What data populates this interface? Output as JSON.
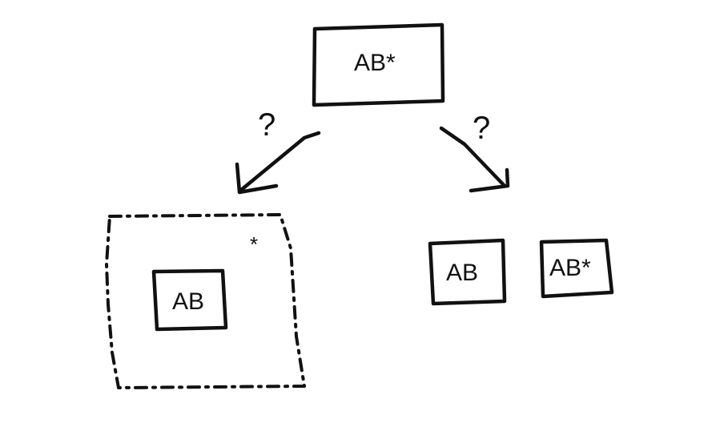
{
  "top_box": {
    "label": "AB*"
  },
  "left_arrow": {
    "question": "?"
  },
  "right_arrow": {
    "question": "?"
  },
  "dashed_group": {
    "star": "*",
    "inner_box": {
      "label": "AB"
    }
  },
  "right_boxes": [
    {
      "label": "AB"
    },
    {
      "label": "AB*"
    }
  ]
}
